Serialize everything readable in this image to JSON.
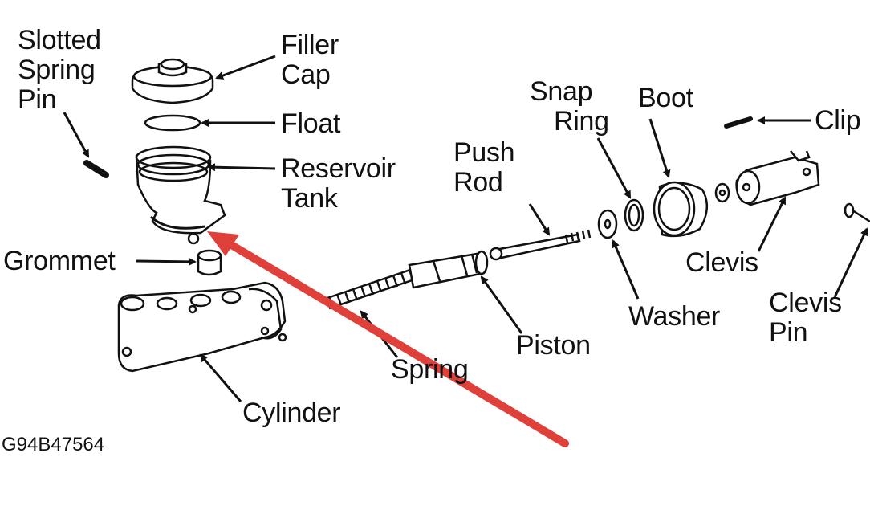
{
  "labels": {
    "slotted_spring_pin": [
      "Slotted",
      "Spring",
      "Pin"
    ],
    "filler_cap": [
      "Filler",
      "Cap"
    ],
    "float": "Float",
    "reservoir_tank": [
      "Reservoir",
      "Tank"
    ],
    "grommet": "Grommet",
    "cylinder": "Cylinder",
    "spring": "Spring",
    "piston": "Piston",
    "push_rod": [
      "Push",
      "Rod"
    ],
    "snap_ring": [
      "Snap",
      "Ring"
    ],
    "boot": "Boot",
    "clip": "Clip",
    "washer": "Washer",
    "clevis": "Clevis",
    "clevis_pin": [
      "Clevis",
      "Pin"
    ]
  },
  "figure_code": "G94B47564",
  "colors": {
    "line_art": "#111111",
    "callout_arrow": "#e0403a"
  }
}
